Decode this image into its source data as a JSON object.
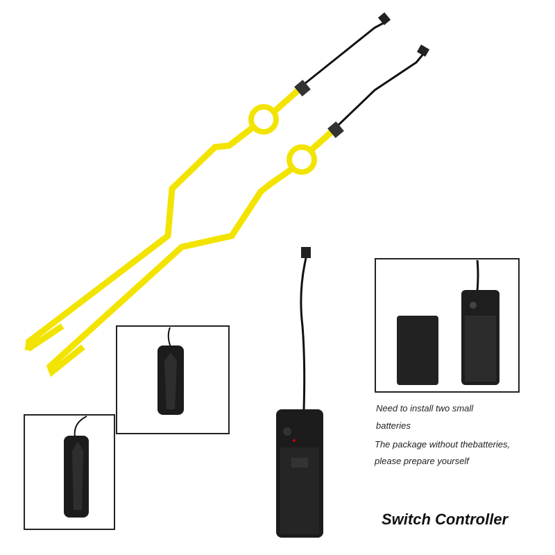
{
  "product": {
    "notes": {
      "line1": "Need to install two small",
      "line2": "batteries",
      "line3": "The package without thebatteries,",
      "line4": "please prepare yourself"
    },
    "caption": "Switch Controller"
  },
  "colors": {
    "wire": "#f2e400",
    "controller": "#1c1c1c",
    "frame": "#222222"
  }
}
